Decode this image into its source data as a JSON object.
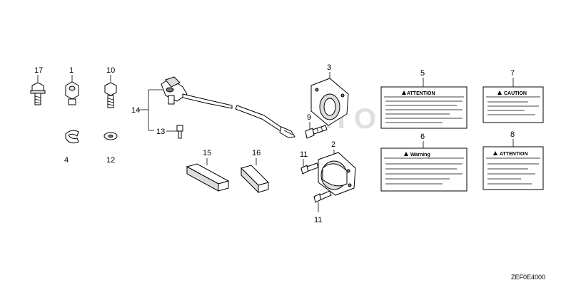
{
  "callouts": [
    {
      "id": "c17",
      "text": "17"
    },
    {
      "id": "c1",
      "text": "1"
    },
    {
      "id": "c10",
      "text": "10"
    },
    {
      "id": "c4",
      "text": "4"
    },
    {
      "id": "c12",
      "text": "12"
    },
    {
      "id": "c14",
      "text": "14"
    },
    {
      "id": "c13",
      "text": "13"
    },
    {
      "id": "c15",
      "text": "15"
    },
    {
      "id": "c16",
      "text": "16"
    },
    {
      "id": "c3",
      "text": "3"
    },
    {
      "id": "c9",
      "text": "9"
    },
    {
      "id": "c2",
      "text": "2"
    },
    {
      "id": "c11a",
      "text": "11"
    },
    {
      "id": "c11b",
      "text": "11"
    },
    {
      "id": "c5",
      "text": "5"
    },
    {
      "id": "c6",
      "text": "6"
    },
    {
      "id": "c7",
      "text": "7"
    },
    {
      "id": "c8",
      "text": "8"
    }
  ],
  "labels": {
    "attention_5": "ATTENTION",
    "warning_6": "Warning",
    "caution_7": "CAUTION",
    "attention_8": "ATTENTION"
  },
  "diagram_code": "ZEF0E4000"
}
